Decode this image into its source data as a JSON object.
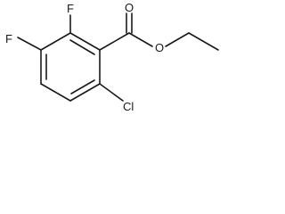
{
  "molecule": {
    "atoms": {
      "fluorine_top": "F",
      "fluorine_left": "F",
      "carbonyl_oxygen": "O",
      "ester_oxygen": "O",
      "chlorine": "Cl"
    }
  }
}
